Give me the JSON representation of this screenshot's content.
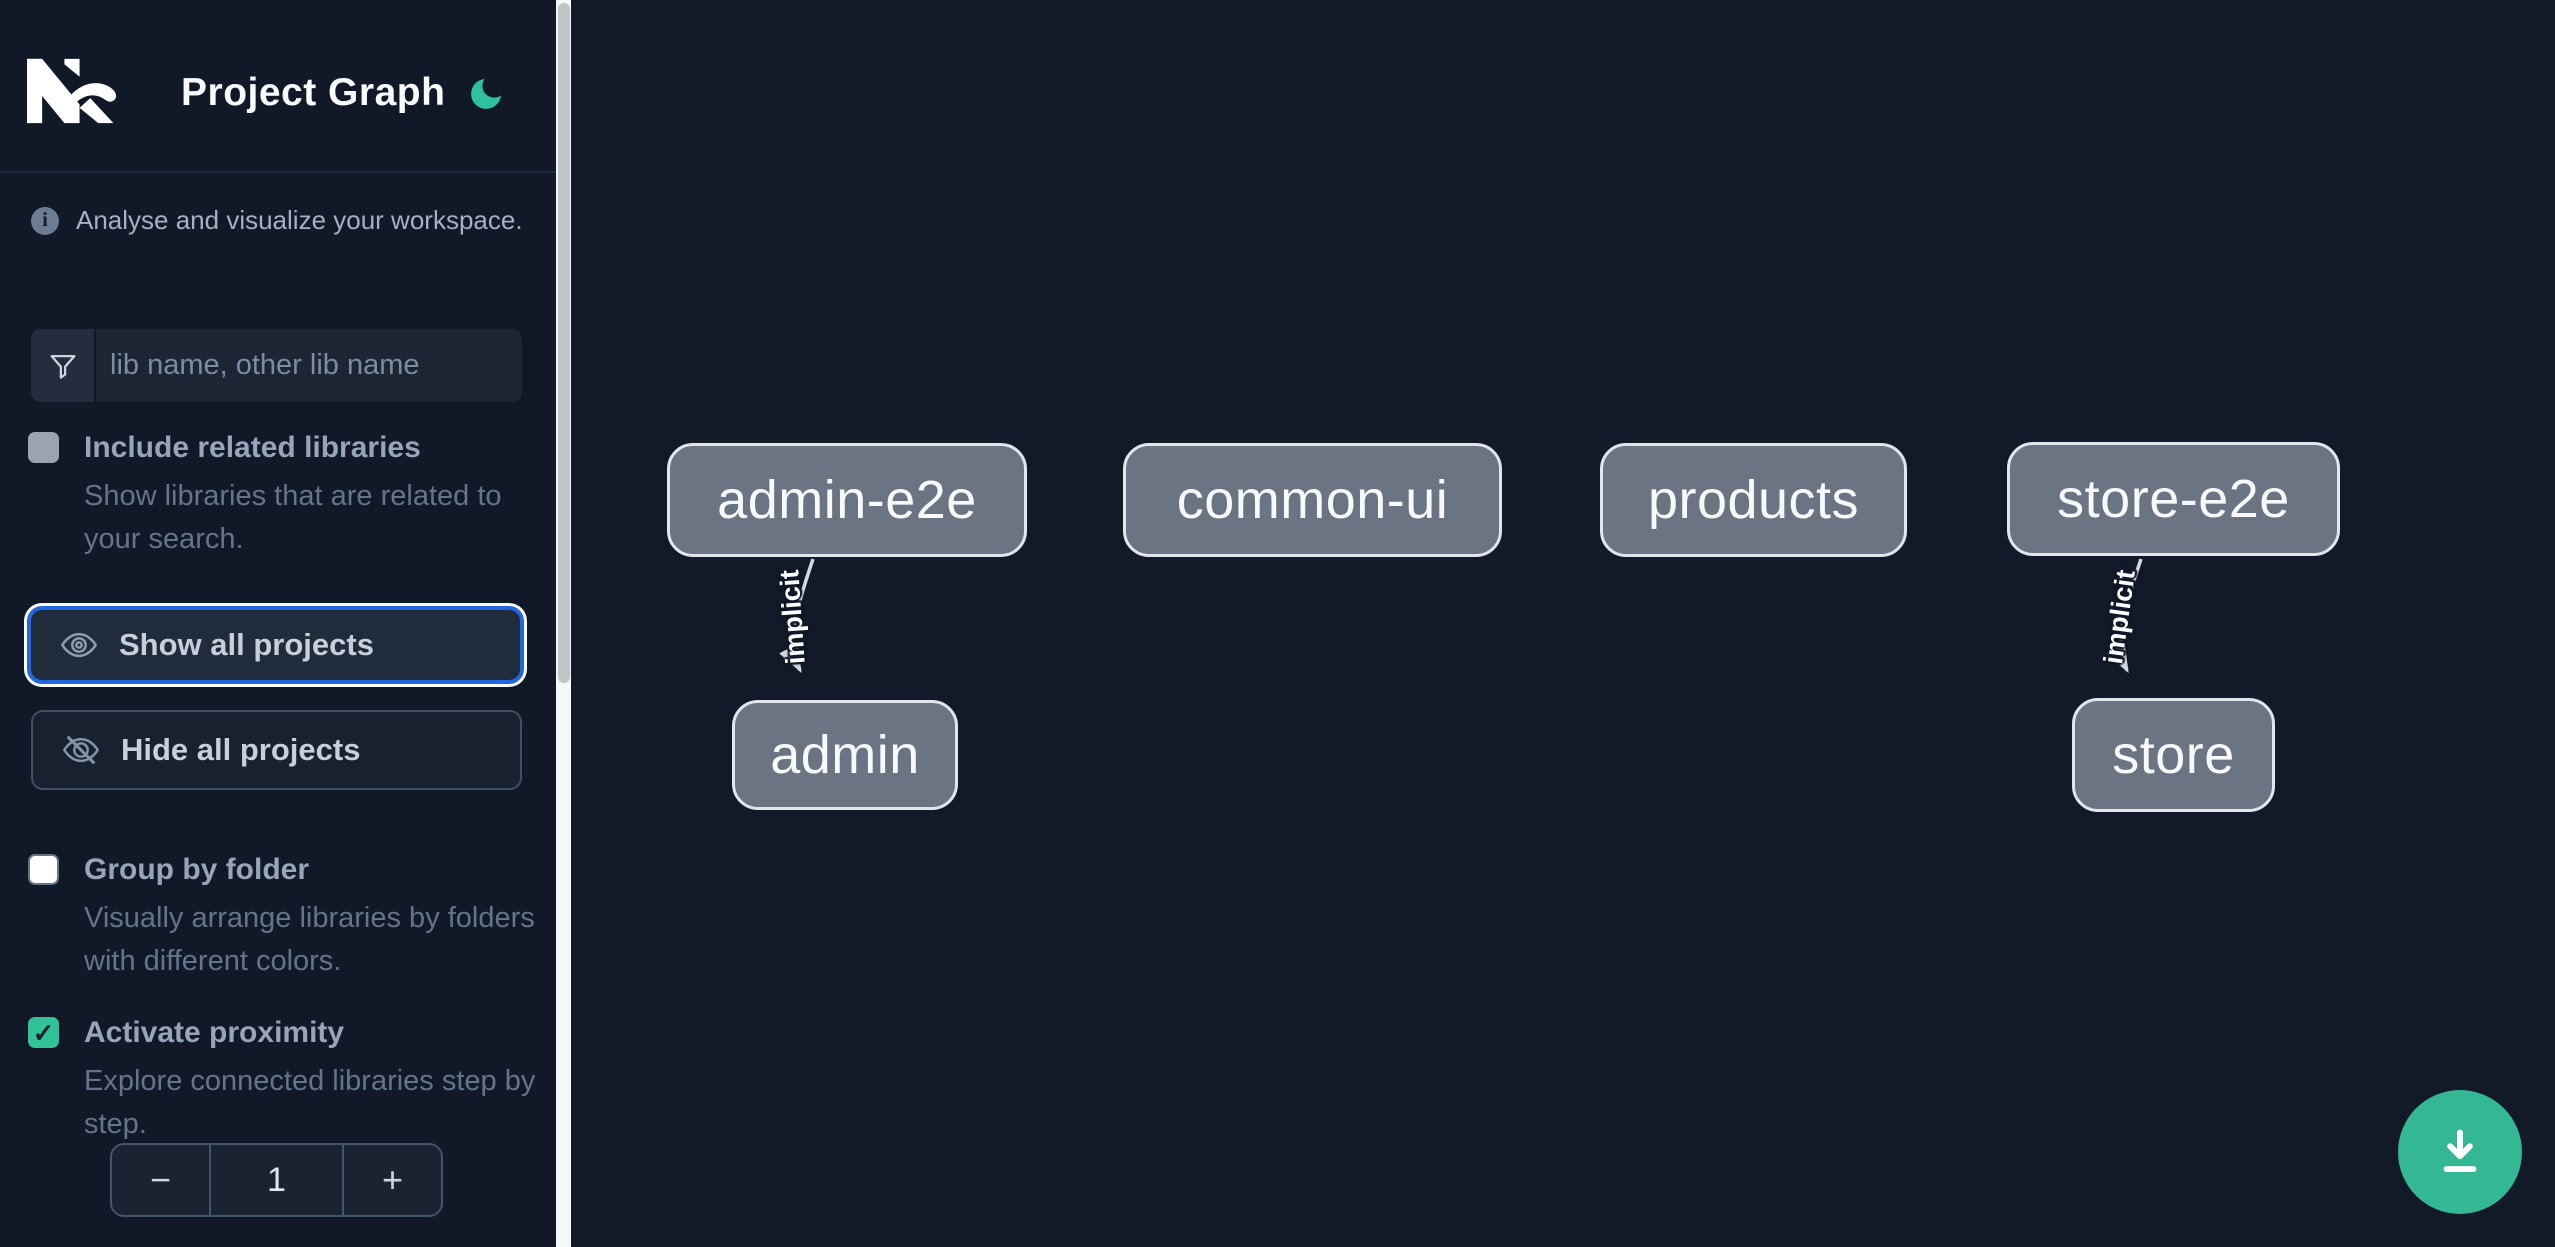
{
  "app": {
    "title": "Project Graph"
  },
  "sidebar": {
    "tagline": "Analyse and visualize your workspace.",
    "search": {
      "placeholder": "lib name, other lib name"
    },
    "toggles": [
      {
        "label": "Include related libraries",
        "description": "Show libraries that are related to your search.",
        "checked": false
      },
      {
        "label": "Group by folder",
        "description": "Visually arrange libraries by folders with different colors.",
        "checked": false
      },
      {
        "label": "Activate proximity",
        "description": "Explore connected libraries step by step.",
        "checked": true
      }
    ],
    "actions": [
      {
        "label": "Show all projects",
        "focused": true
      },
      {
        "label": "Hide all projects",
        "focused": false
      }
    ],
    "stepper": {
      "decrement": "−",
      "value": "1",
      "increment": "+"
    }
  },
  "graph": {
    "nodes": [
      {
        "label": "admin-e2e"
      },
      {
        "label": "common-ui"
      },
      {
        "label": "products"
      },
      {
        "label": "store-e2e"
      },
      {
        "label": "admin"
      },
      {
        "label": "store"
      }
    ],
    "edges": [
      {
        "source": "admin-e2e",
        "target": "admin",
        "label": "implicit"
      },
      {
        "source": "store-e2e",
        "target": "store",
        "label": "implicit"
      }
    ]
  },
  "fab": {
    "icon": "download-icon"
  },
  "colors": {
    "sidebar_bg": "#111827",
    "canvas_bg": "#121928",
    "accent_teal": "#2fc0a0",
    "fab_green": "#34b795",
    "focus_blue": "#2367e0",
    "node_fill": "#6b7483",
    "node_border": "#e2e6ea",
    "edge": "#d4dae2",
    "checkbox_checked": "#30c397",
    "checkbox_unchecked_gray": "#9ca3af"
  }
}
